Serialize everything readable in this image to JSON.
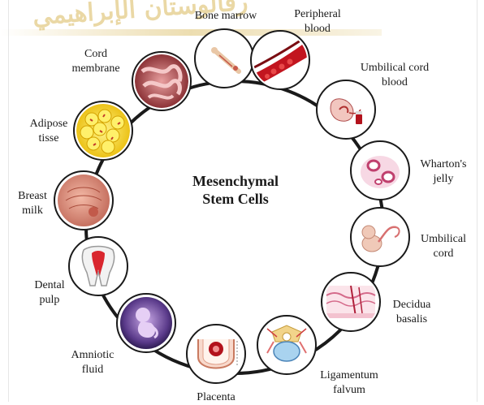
{
  "title": [
    "Mesenchymal",
    "Stem Cells"
  ],
  "watermark": "رقالوستان الإبراهيمي",
  "sources": [
    {
      "id": "bone-marrow",
      "lines": [
        "Bone marrow"
      ],
      "icon": "bone-marrow-icon"
    },
    {
      "id": "peripheral-blood",
      "lines": [
        "Peripheral",
        "blood"
      ],
      "icon": "blood-vessel-icon"
    },
    {
      "id": "umbilical-cord-blood",
      "lines": [
        "Umbilical cord",
        "blood"
      ],
      "icon": "cord-blood-icon"
    },
    {
      "id": "whartons-jelly",
      "lines": [
        "Wharton's",
        "jelly"
      ],
      "icon": "jelly-tissue-icon"
    },
    {
      "id": "umbilical-cord",
      "lines": [
        "Umbilical",
        "cord"
      ],
      "icon": "fetus-cord-icon"
    },
    {
      "id": "decidua-basalis",
      "lines": [
        "Decidua",
        "basalis"
      ],
      "icon": "decidua-icon"
    },
    {
      "id": "ligamentum-falvum",
      "lines": [
        "Ligamentum",
        "falvum"
      ],
      "icon": "spine-ligament-icon"
    },
    {
      "id": "placenta",
      "lines": [
        "Placenta"
      ],
      "icon": "placenta-icon"
    },
    {
      "id": "amniotic-fluid",
      "lines": [
        "Amniotic",
        "fluid"
      ],
      "icon": "fetus-icon"
    },
    {
      "id": "dental-pulp",
      "lines": [
        "Dental",
        "pulp"
      ],
      "icon": "tooth-icon"
    },
    {
      "id": "breast-milk",
      "lines": [
        "Breast",
        "milk"
      ],
      "icon": "breast-icon"
    },
    {
      "id": "adipose-tissue",
      "lines": [
        "Adipose",
        "tisse"
      ],
      "icon": "fat-cells-icon"
    },
    {
      "id": "cord-membrane",
      "lines": [
        "Cord",
        "membrane"
      ],
      "icon": "membrane-icon"
    }
  ],
  "colors": {
    "ring": "#1a1a1a",
    "watermark": "#d9b95c",
    "blood": "#b3121c",
    "tissue": "#d98aa3",
    "fat": "#f2d31b"
  }
}
